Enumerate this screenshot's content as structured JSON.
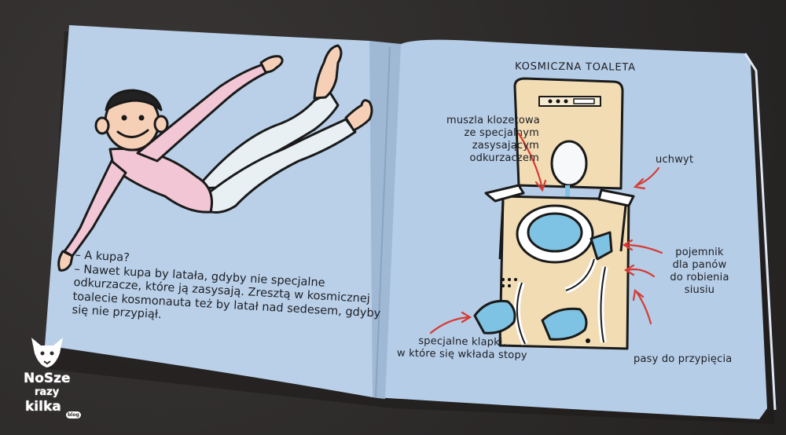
{
  "right_page": {
    "title": "KOSMICZNA TOALETA",
    "labels": {
      "bowl": [
        "muszla klozetowa",
        "ze specjalnym",
        "zasysającym",
        "odkurzaczem"
      ],
      "handle": "uchwyt",
      "container": [
        "pojemnik",
        "dla panów",
        "do robienia",
        "siusiu"
      ],
      "slippers": [
        "specjalne klapki,",
        "w które się wkłada stopy"
      ],
      "straps": "pasy do przypięcia"
    }
  },
  "left_page": {
    "dialog": [
      "– A kupa?",
      "– Nawet kupa by latała, gdyby nie specjalne",
      "odkurzacze, które ją zasysają. Zresztą w kosmicznej",
      "toalecie kosmonauta też by latał nad sedesem, gdyby",
      "się nie przypiął."
    ]
  },
  "logo": {
    "line1": "NoSze",
    "line2": "razy",
    "line3": "kilka",
    "badge": "blog"
  },
  "colors": {
    "page_blue": "#b7cfe8",
    "toilet_beige": "#f1dcb4",
    "accent_blue": "#7ec3e3",
    "arrow_red": "#d63b33",
    "shirt_pink": "#f1c6d3",
    "background": "#2e2b2b"
  }
}
